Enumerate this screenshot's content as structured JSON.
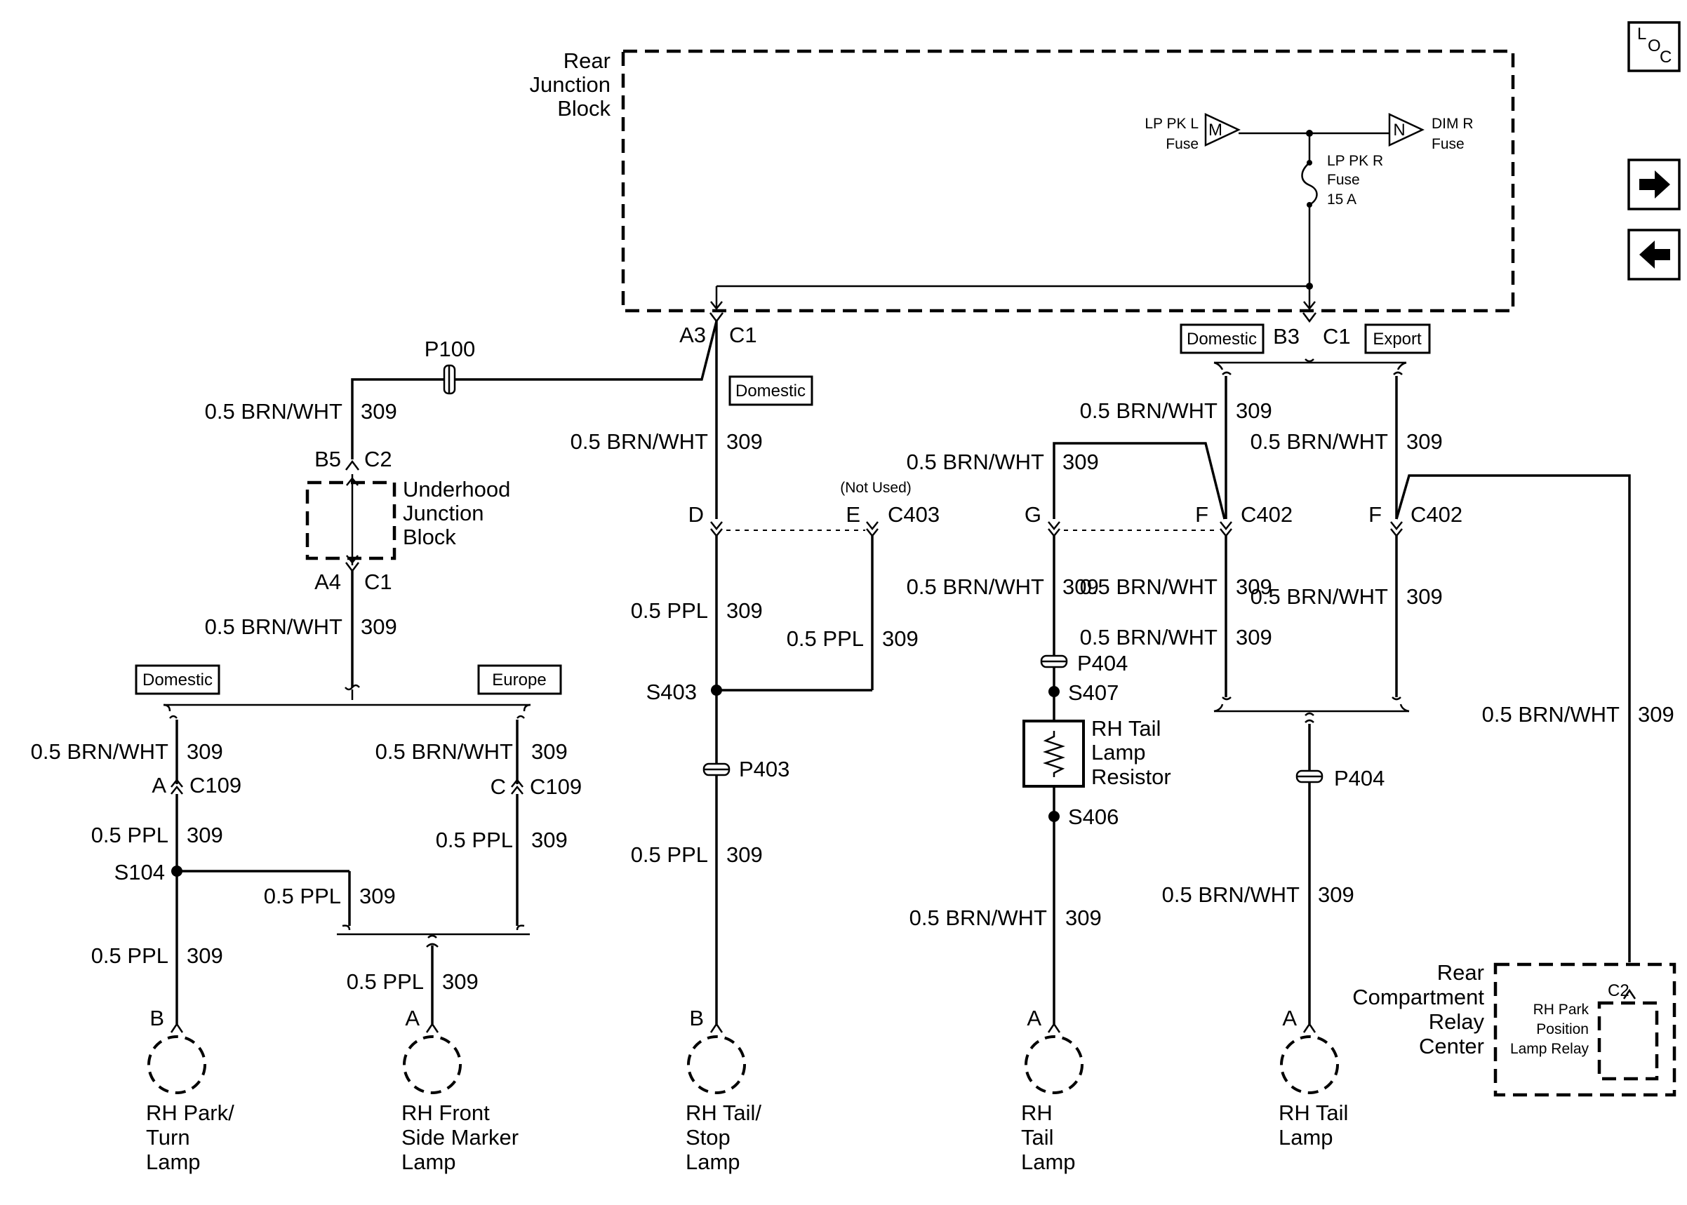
{
  "modules": {
    "rear_junction_block": {
      "label": [
        "Rear",
        "Junction",
        "Block"
      ]
    },
    "underhood_junction_block": {
      "label": [
        "Underhood",
        "Junction",
        "Block"
      ]
    },
    "rear_compartment_relay_center": {
      "label": [
        "Rear",
        "Compartment",
        "Relay",
        "Center"
      ]
    },
    "park_position_lamp_relay": {
      "label": [
        "RH Park",
        "Position",
        "Lamp Relay"
      ]
    }
  },
  "fuses": {
    "lp_pk_l": {
      "label": [
        "LP PK L",
        "Fuse"
      ],
      "terminal": "M"
    },
    "dim_r": {
      "label": [
        "DIM R",
        "Fuse"
      ],
      "terminal": "N"
    },
    "lp_pk_r": {
      "label": [
        "LP PK R",
        "Fuse",
        "15 A"
      ]
    }
  },
  "connectors": {
    "rjb_a3": {
      "pin": "A3",
      "conn": "C1"
    },
    "rjb_b3": {
      "pin": "B3",
      "conn": "C1"
    },
    "ujb_b5": {
      "pin": "B5",
      "conn": "C2"
    },
    "ujb_a4": {
      "pin": "A4",
      "conn": "C1"
    },
    "c109_a": {
      "pin": "A",
      "conn": "C109"
    },
    "c109_c": {
      "pin": "C",
      "conn": "C109"
    },
    "c403_d": {
      "pin": "D"
    },
    "c403_e": {
      "pin": "E",
      "conn": "C403",
      "note": "(Not Used)"
    },
    "c402_g": {
      "pin": "G"
    },
    "c402_f1": {
      "pin": "F",
      "conn": "C402"
    },
    "c402_f2": {
      "pin": "F",
      "conn": "C402"
    },
    "relay_c2": {
      "conn": "C2"
    }
  },
  "options": {
    "domestic": "Domestic",
    "export": "Export",
    "europe": "Europe"
  },
  "splices": {
    "s104": "S104",
    "s403": "S403",
    "s406": "S406",
    "s407": "S407"
  },
  "pass_throughs": {
    "p100": "P100",
    "p403": "P403",
    "p404a": "P404",
    "p404b": "P404"
  },
  "resistor": {
    "label": [
      "RH Tail",
      "Lamp",
      "Resistor"
    ]
  },
  "wire": {
    "brn_wht": "0.5 BRN/WHT",
    "ppl": "0.5 PPL",
    "circuit": "309"
  },
  "lamps": {
    "park_turn": {
      "pin": "B",
      "label": [
        "RH Park/",
        "Turn",
        "Lamp"
      ]
    },
    "front_side_marker": {
      "pin": "A",
      "label": [
        "RH Front",
        "Side Marker",
        "Lamp"
      ]
    },
    "tail_stop": {
      "pin": "B",
      "label": [
        "RH Tail/",
        "Stop",
        "Lamp"
      ]
    },
    "rh_tail": {
      "pin": "A",
      "label": [
        "RH",
        "Tail",
        "Lamp"
      ]
    },
    "rh_tail_lamp": {
      "pin": "A",
      "label": [
        "RH Tail",
        "Lamp"
      ]
    }
  },
  "nav": {
    "locator": {
      "l": "L",
      "o": "O",
      "c": "C"
    },
    "next_icon": "arrow-right-icon",
    "prev_icon": "arrow-left-icon"
  }
}
